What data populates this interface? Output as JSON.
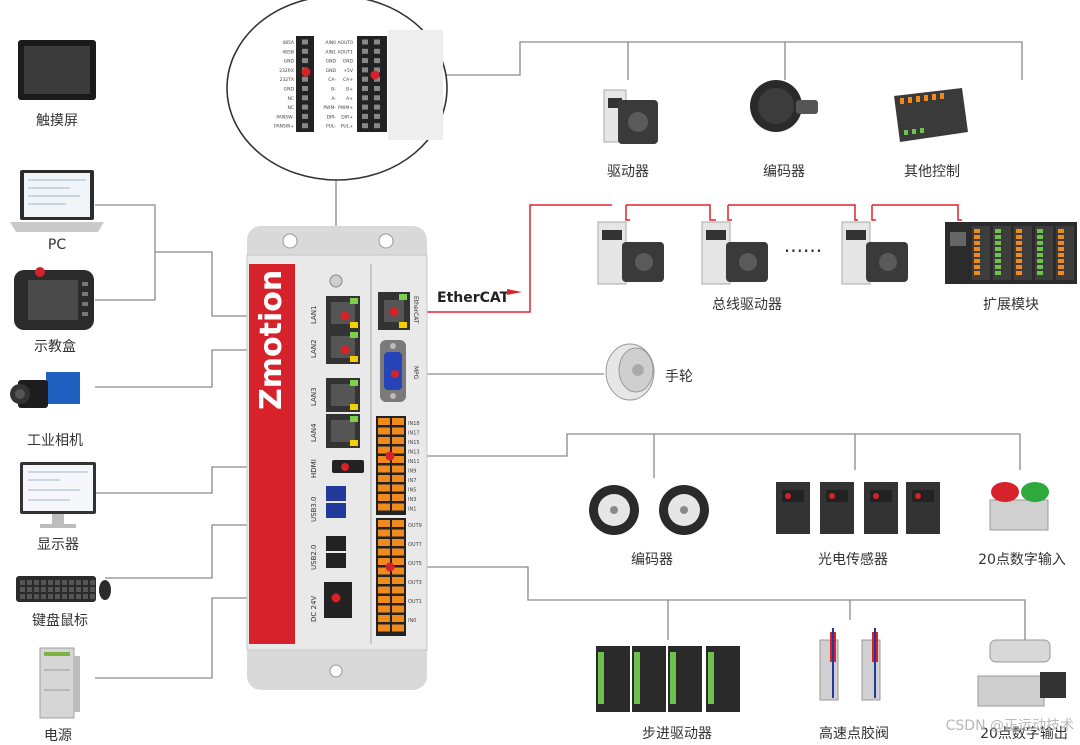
{
  "diagram": {
    "controller": {
      "brand": "Zmotion",
      "ports": {
        "lan1": "LAN1",
        "lan2": "LAN2",
        "lan3": "LAN3",
        "lan4": "LAN4",
        "hdmi": "HDMI",
        "usb3": "USB3.0",
        "usb2": "USB2.0",
        "power": "DC 24V",
        "ethercat": "EtherCAT",
        "mpg": "MPG"
      }
    },
    "ethercat_logo": "EtherCAT",
    "pinout": {
      "left_col": [
        "485A",
        "485B",
        "GND",
        "232RX",
        "232TX",
        "GND",
        "NC",
        "NC",
        "PANSW-",
        "PANSW+"
      ],
      "mid_col_a": [
        "AIN0",
        "AIN1",
        "GND",
        "GND",
        "CA-",
        "B-",
        "A-",
        "PWM-",
        "DIR-",
        "PUL-"
      ],
      "mid_col_b": [
        "AOUT0",
        "AOUT1",
        "GND",
        "+5V",
        "CA+",
        "B+",
        "A+",
        "PWM+",
        "DIR+",
        "PUL+"
      ]
    },
    "io_in_labels": [
      "IN18",
      "IN17",
      "IN15",
      "IN13",
      "IN11",
      "IN9",
      "IN7",
      "IN5",
      "IN3",
      "IN1"
    ],
    "io_out_labels": [
      "OUT9",
      "OUT7",
      "OUT5",
      "OUT3",
      "OUT1",
      "IN0"
    ],
    "left_devices": [
      {
        "id": "touchscreen",
        "label": "触摸屏"
      },
      {
        "id": "pc",
        "label": "PC"
      },
      {
        "id": "teach",
        "label": "示教盒"
      },
      {
        "id": "camera",
        "label": "工业相机"
      },
      {
        "id": "monitor",
        "label": "显示器"
      },
      {
        "id": "keyboard",
        "label": "键盘鼠标"
      },
      {
        "id": "psu",
        "label": "电源"
      }
    ],
    "right_devices": {
      "driver": "驱动器",
      "encoder_top": "编码器",
      "other_ctrl": "其他控制",
      "bus_driver": "总线驱动器",
      "expansion": "扩展模块",
      "handwheel": "手轮",
      "encoder_mid": "编码器",
      "photo_sensor": "光电传感器",
      "digital_in": "20点数字输入",
      "stepper": "步进驱动器",
      "dispense": "高速点胶阀",
      "digital_out": "20点数字输出"
    },
    "dots": "......",
    "watermark": "CSDN @正运动技术",
    "colors": {
      "brand_red": "#d7212b",
      "line_gray": "#8a8a8a",
      "ethercat_red": "#e0242b",
      "terminal_orange": "#f08a1c"
    }
  }
}
